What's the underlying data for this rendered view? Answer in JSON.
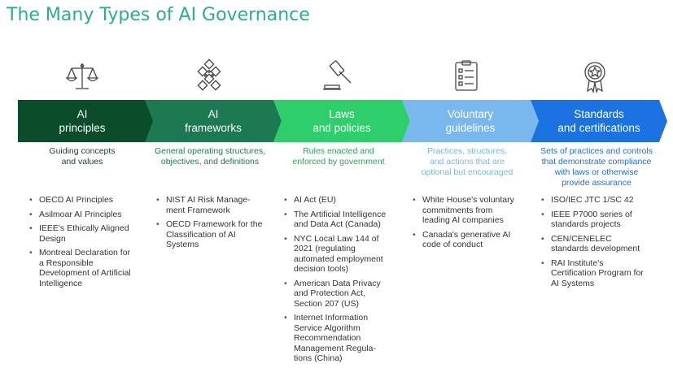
{
  "title": "The Many Types of AI Governance",
  "columns": [
    {
      "heading": [
        "AI",
        "principles"
      ],
      "color": "#0b4d2b",
      "text_color": "#ffffff",
      "desc_color": "#1f3c2e",
      "icon": "scales-icon",
      "desc": [
        "Guiding concepts",
        "and values"
      ],
      "items": [
        [
          "OECD AI Principles"
        ],
        [
          "Asilmoar AI Principles"
        ],
        [
          "IEEE's Ethically Aligned",
          "Design"
        ],
        [
          "Montreal Declaration for",
          "a Responsible",
          "Development of Artificial",
          "Intelligence"
        ]
      ]
    },
    {
      "heading": [
        "AI",
        "frameworks"
      ],
      "color": "#1c7a52",
      "text_color": "#ffffff",
      "desc_color": "#1c7a52",
      "icon": "network-icon",
      "desc": [
        "General operating structures,",
        "objectives, and definitions"
      ],
      "items": [
        [
          "NIST AI Risk Manage-",
          "ment Framework"
        ],
        [
          "OECD Framework for the",
          "Classification of AI",
          "Systems"
        ]
      ]
    },
    {
      "heading": [
        "Laws",
        "and policies"
      ],
      "color": "#2ecf6a",
      "text_color": "#ffffff",
      "desc_color": "#2aa55a",
      "icon": "gavel-icon",
      "desc": [
        "Rules enacted and",
        "enforced by government"
      ],
      "items": [
        [
          "AI Act (EU)"
        ],
        [
          "The Artificial Intelligence",
          "and Data Act (Canada)"
        ],
        [
          "NYC Local Law 144 of",
          "2021 (regulating",
          "automated employment",
          "decision tools)"
        ],
        [
          "American Data Privacy",
          "and Protection Act,",
          "Section 207 (US)"
        ],
        [
          "Internet Information",
          "Service Algorithm",
          "Recommendation",
          "Management Regula-",
          "tions (China)"
        ]
      ]
    },
    {
      "heading": [
        "Voluntary",
        "guidelines"
      ],
      "color": "#79b8ec",
      "text_color": "#ffffff",
      "desc_color": "#7ab6e6",
      "icon": "checklist-icon",
      "desc": [
        "Practices, structures,",
        "and actions that are",
        "optional but encouraged"
      ],
      "items": [
        [
          "White House's voluntary",
          "commitments from",
          "leading AI companies"
        ],
        [
          "Canada's generative AI",
          "code of conduct"
        ]
      ]
    },
    {
      "heading": [
        "Standards",
        "and certifications"
      ],
      "color": "#1a73e0",
      "text_color": "#ffffff",
      "desc_color": "#1a6fd8",
      "icon": "award-icon",
      "desc": [
        "Sets of practices and controls",
        "that demonstrate compliance",
        "with laws or otherwise",
        "provide assurance"
      ],
      "items": [
        [
          "ISO/IEC JTC 1/SC 42"
        ],
        [
          "IEEE P7000 series of",
          "standards projects"
        ],
        [
          "CEN/CENELEC",
          "standards development"
        ],
        [
          "RAI Institute's",
          "Certification Program for",
          "AI Systems"
        ]
      ]
    }
  ]
}
